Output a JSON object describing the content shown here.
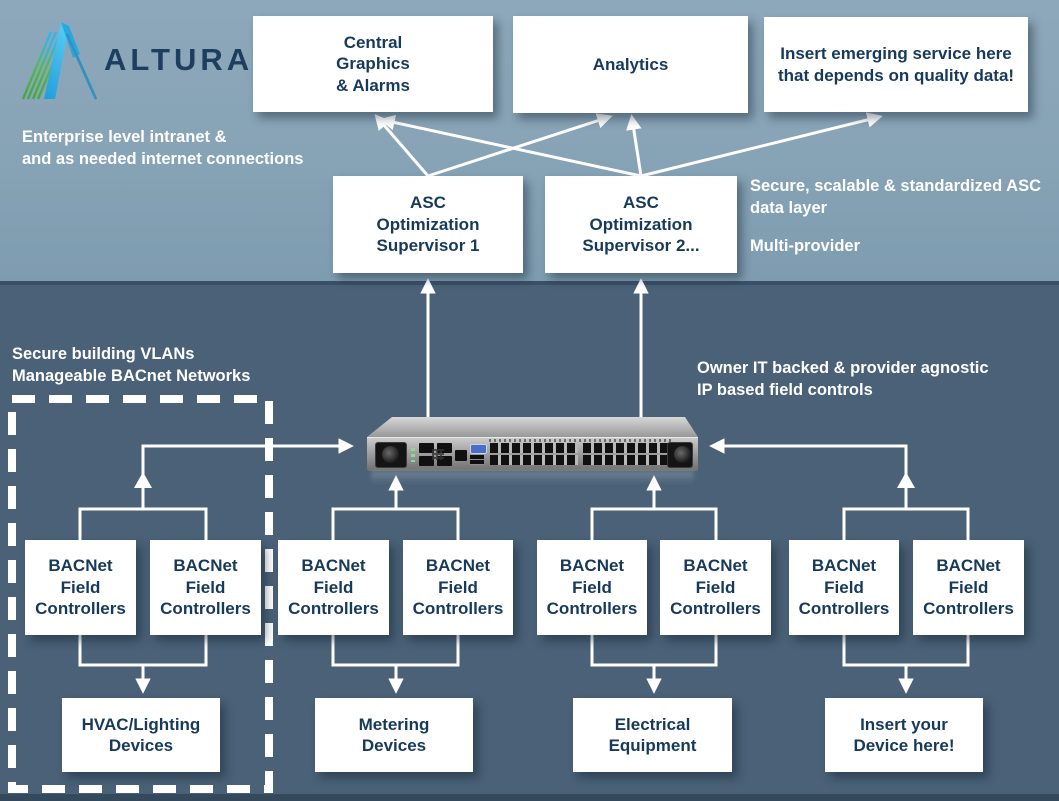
{
  "logo": {
    "brand": "ALTURA"
  },
  "regions": {
    "enterprise": {
      "caption": "Enterprise level intranet &\nand as needed internet connections"
    },
    "data_layer": {
      "caption": "Secure, scalable & standardized ASC\ndata layer",
      "caption2": "Multi-provider"
    },
    "building": {
      "caption": "Secure building VLANs\nManageable BACnet Networks"
    },
    "field": {
      "caption": "Owner IT backed & provider agnostic\nIP based field controls"
    }
  },
  "boxes": {
    "central": "Central\nGraphics\n& Alarms",
    "analytics": "Analytics",
    "emerging": "Insert emerging service here\nthat depends on quality data!",
    "asc1": "ASC\nOptimization\nSupervisor 1",
    "asc2": "ASC\nOptimization\nSupervisor 2...",
    "bacnet": "BACNet\nField\nControllers",
    "devices": [
      "HVAC/Lighting\nDevices",
      "Metering\nDevices",
      "Electrical\nEquipment",
      "Insert your\nDevice here!"
    ]
  },
  "icons": {
    "logo_mark": "altura-logo-icon",
    "network_switch": "network-switch-image"
  },
  "colors": {
    "top_background": "#87a3b6",
    "bottom_background": "#4a6177",
    "band_divider": "#3a5068",
    "footer_strip": "#35495d",
    "box_background": "#ffffff",
    "box_text": "#17395c",
    "caption_text": "#ffffff",
    "connector": "#ffffff",
    "logo_navy": "#1d3e5e",
    "logo_blue": "#29a8e0",
    "logo_green": "#42a83c"
  }
}
